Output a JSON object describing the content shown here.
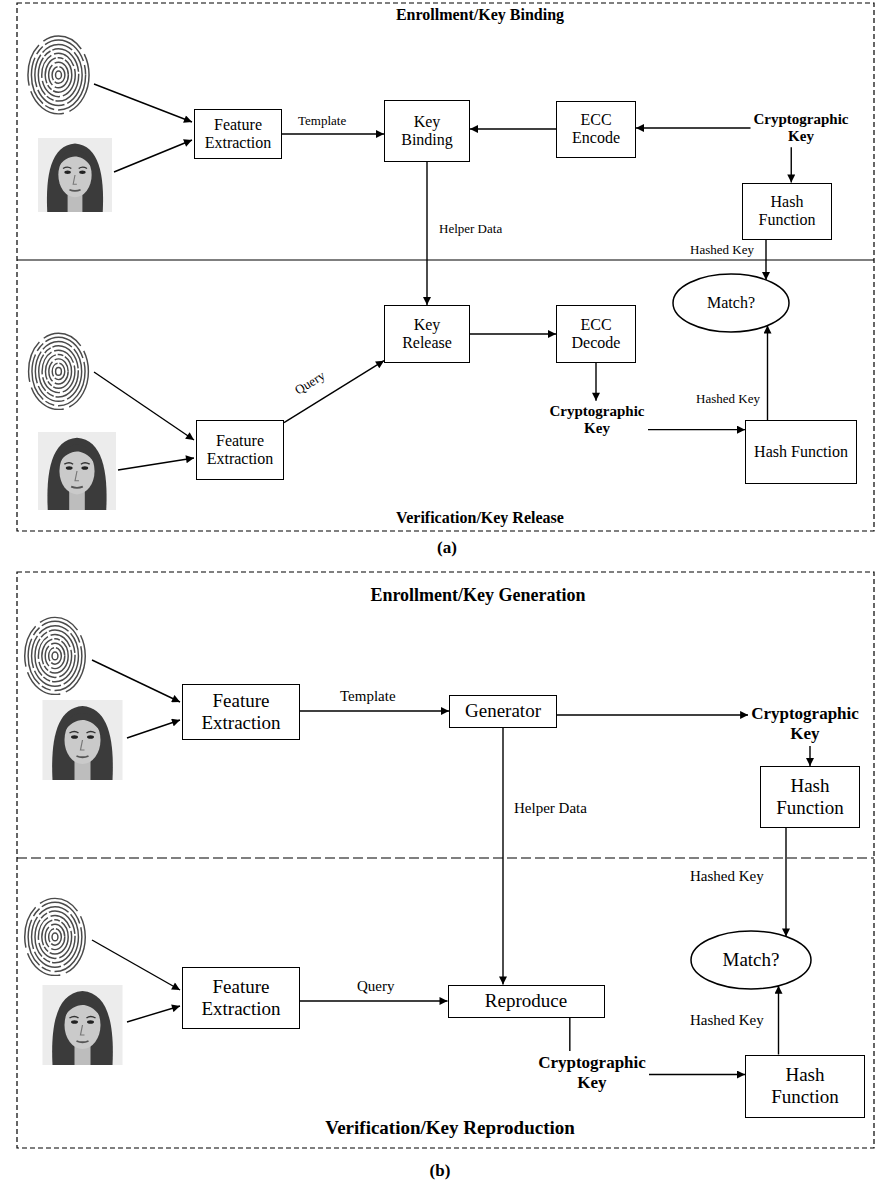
{
  "diagram": {
    "nodes": [
      {
        "text": [
          "Feature Extraction"
        ]
      },
      {
        "text": [
          "Key Binding"
        ]
      },
      {
        "text": [
          "ECC Encode"
        ]
      },
      {
        "text": [
          "Cryptographic Key"
        ]
      },
      {
        "text": [
          "Hash Function"
        ]
      },
      {
        "text": [
          "Feature Extraction"
        ]
      },
      {
        "text": [
          "Key Release"
        ]
      },
      {
        "text": [
          "ECC Decode"
        ]
      },
      {
        "text": [
          "Cryptographic Key"
        ]
      },
      {
        "text": [
          "Hash Function"
        ]
      },
      {
        "text": [
          "Match?"
        ]
      },
      {
        "text": [
          "Feature Extraction"
        ]
      },
      {
        "text": [
          "Generator"
        ]
      },
      {
        "text": [
          "Cryptographic Key"
        ]
      },
      {
        "text": [
          "Hash Function"
        ]
      },
      {
        "text": [
          "Feature Extraction"
        ]
      },
      {
        "text": [
          "Reproduce"
        ]
      },
      {
        "text": [
          "Cryptographic Key"
        ]
      },
      {
        "text": [
          "Hash Function"
        ]
      },
      {
        "text": [
          "Match?"
        ]
      }
    ],
    "edges": [
      {
        "from": 0,
        "to": 1,
        "label": "Template",
        "arrow": "to"
      },
      {
        "from": 2,
        "to": 1,
        "arrow": "to"
      },
      {
        "from": 3,
        "to": 2,
        "arrow": "to"
      },
      {
        "from": 3,
        "to": 4,
        "arrow": "to"
      },
      {
        "from": 1,
        "to": 6,
        "label": "Helper Data",
        "arrow": "to"
      },
      {
        "from": 5,
        "to": 6,
        "label": "Query",
        "arrow": "to"
      },
      {
        "from": 6,
        "to": 7,
        "arrow": "to"
      },
      {
        "from": 7,
        "to": 8,
        "arrow": "to"
      },
      {
        "from": 8,
        "to": 9,
        "arrow": "to"
      },
      {
        "from": 4,
        "to": 10,
        "label": "Hashed Key",
        "arrow": "to"
      },
      {
        "from": 9,
        "to": 10,
        "label": "Hashed Key",
        "arrow": "to"
      },
      {
        "from": 11,
        "to": 12,
        "label": "Template",
        "arrow": "to"
      },
      {
        "from": 12,
        "to": 13,
        "arrow": "to"
      },
      {
        "from": 13,
        "to": 14,
        "arrow": "to"
      },
      {
        "from": 12,
        "to": 16,
        "label": "Helper Data",
        "arrow": "to"
      },
      {
        "from": 15,
        "to": 16,
        "label": "Query",
        "arrow": "to"
      },
      {
        "from": 16,
        "to": 17,
        "arrow": "none"
      },
      {
        "from": 17,
        "to": 18,
        "arrow": "to"
      },
      {
        "from": 14,
        "to": 19,
        "label": "Hashed Key",
        "arrow": "to"
      },
      {
        "from": 18,
        "to": 19,
        "label": "Hashed Key",
        "arrow": "to"
      }
    ],
    "labels": [
      "Enrollment/Key Binding",
      "Verification/Key Release",
      "(a)",
      "Enrollment/Key Generation",
      "Verification/Key Reproduction",
      "(b)"
    ]
  }
}
